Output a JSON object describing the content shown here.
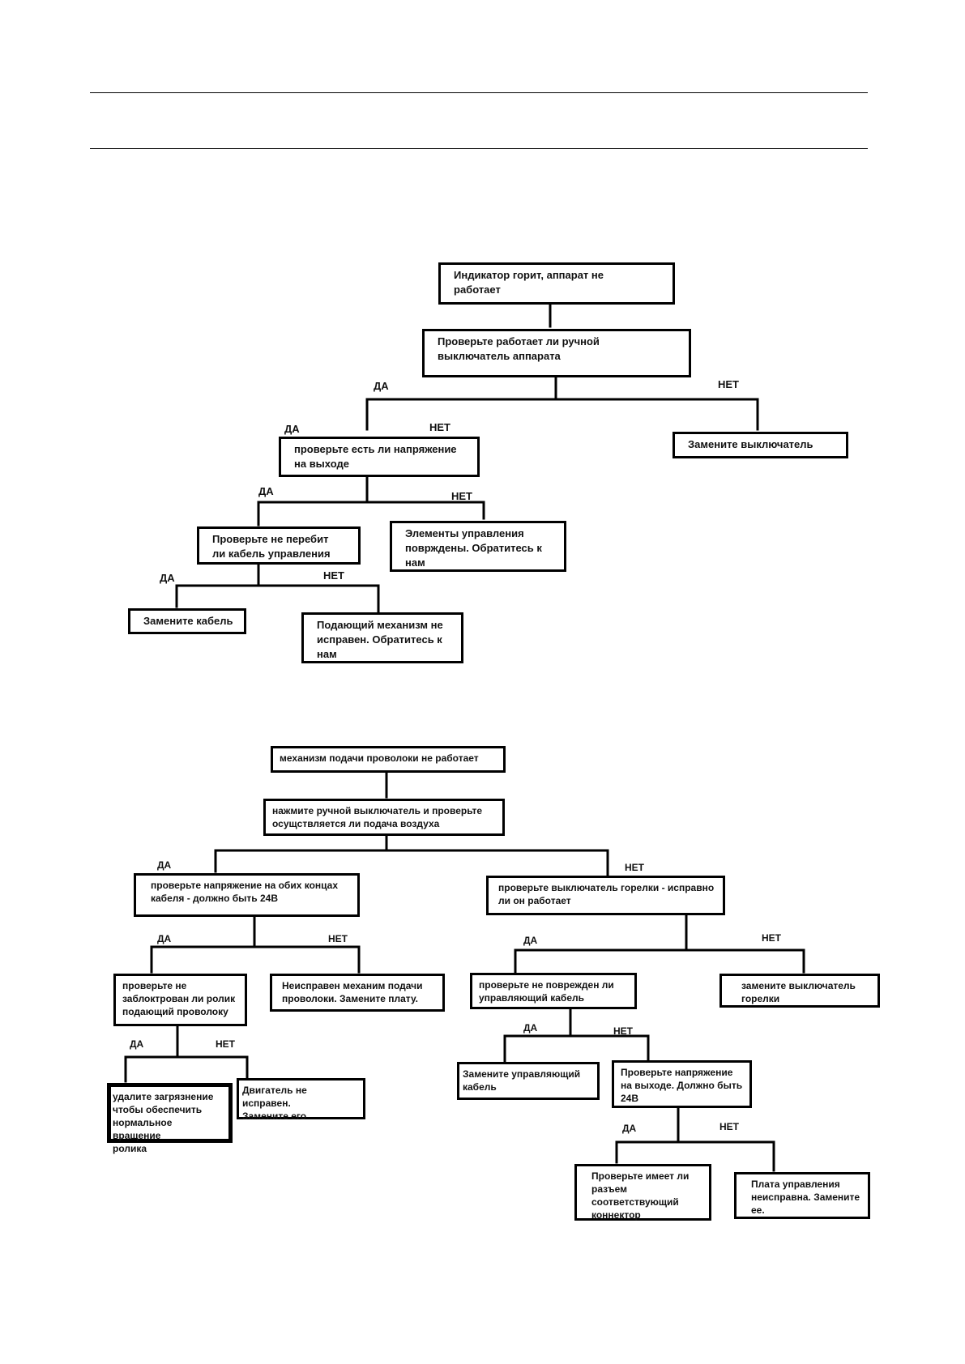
{
  "flowchart_1": {
    "start": "Индикатор           горит, аппарат не\nработает",
    "check_switch": "Проверьте работает ли ручной\nвыключатель аппарата",
    "check_voltage": "проверьте есть ли напряжение\nна выходе",
    "replace_switch": "Замените выключатель",
    "check_cable": "Проверьте не перебит\nли кабель управления",
    "controls_damaged": "Элементы управления\nповрждены. Обратитесь к\nнам",
    "replace_cable": "Замените кабель",
    "feeder_faulty": "Подающий механизм не\nисправен. Обратитесь к\nнам"
  },
  "flowchart_2": {
    "start": "механизм подачи проволоки не работает",
    "check_air": "нажмите ручной выключатель и проверьте\nосущствляется ли подача воздуха",
    "check_cable_voltage": "проверьте напряжение на обих концах\nкабеля  - должно быть 24В",
    "check_torch_switch": "проверьте выключатель горелки - исправно\nли он работает",
    "check_roller": "проверьте не\nзаблоктрован ли ролик\nподающий проволоку",
    "feeder_board_faulty": "Неисправен механим подачи\nпроволоки. Замените плату.",
    "check_control_cable": "проверьте не поврежден ли\nуправляющий кабель",
    "replace_torch_switch": "замените выключатель\nгорелки",
    "remove_dirt": "удалите загрязнение\nчтобы обеспечить\nнормальное вращение\nролика",
    "motor_faulty": "Двигатель не исправен.\nЗамените его",
    "replace_control_cable": "Замените управляющий\nкабель",
    "check_output_voltage": "Проверьте напряжение\nна выходе. Должно быть\n24В",
    "check_connector": "Проверьте имеет ли\nразъем\nсоответствующий\nконнектор",
    "board_faulty": "Плата управления\nнеисправна. Замените\nее."
  },
  "labels": {
    "yes": "ДА",
    "no": "НЕТ"
  }
}
